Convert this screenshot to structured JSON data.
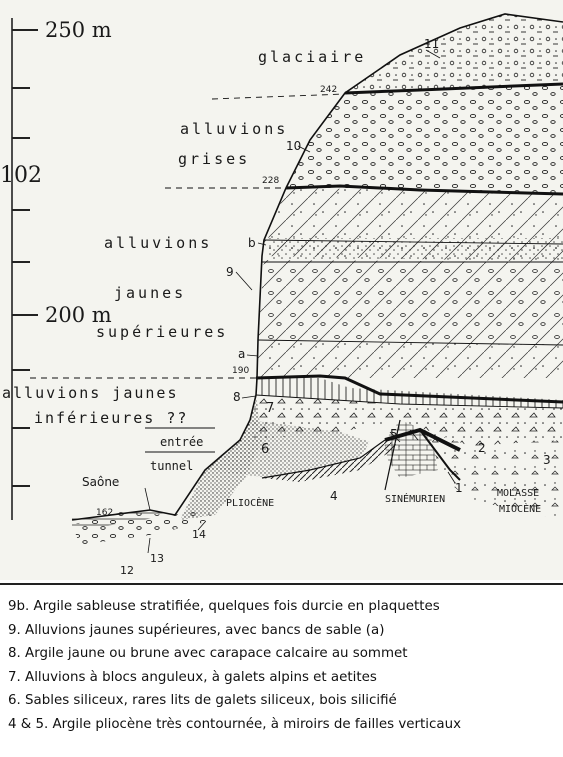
{
  "scale": {
    "top_label": "250 m",
    "mid_label": "200 m",
    "page_number": "102"
  },
  "layers": {
    "glaciaire": "glaciaire",
    "alluvions_grises_1": "alluvions",
    "alluvions_grises_2": "grises",
    "alluvions_jaunes_1": "alluvions",
    "alluvions_jaunes_2": "jaunes",
    "alluvions_jaunes_3": "supérieures",
    "alluvions_inf_1": "alluvions jaunes",
    "alluvions_inf_2": "inférieures ??"
  },
  "elevations": {
    "e242": "242",
    "e228": "228",
    "e190": "190",
    "e162": "162"
  },
  "numbers": {
    "n11": "11",
    "n10": "10",
    "n9": "9",
    "n8": "8",
    "n7": "7",
    "n6": "6",
    "n5": "5",
    "n4": "4",
    "n3": "3",
    "n2": "2",
    "n1": "1",
    "n12": "12",
    "n13": "13",
    "n14": "14",
    "nb": "b",
    "na": "a"
  },
  "places": {
    "entree": "entrée",
    "tunnel": "tunnel",
    "saone": "Saône",
    "pliocene": "PLIOCÈNE",
    "sinemurien": "SINÉMURIEN",
    "molasse": "MOLASSE",
    "miocene": "MIOCÈNE"
  },
  "caption": [
    "9b. Argile sableuse stratifiée, quelques fois durcie en plaquettes",
    "9. Alluvions jaunes supérieures, avec bancs de sable (a)",
    "8. Argile jaune ou brune avec carapace calcaire au sommet",
    "7. Alluvions à blocs anguleux, à galets alpins et aetites",
    "6. Sables siliceux, rares lits de galets siliceux, bois silicifié",
    "4 & 5. Argile pliocène très contournée, à miroirs de failles verticaux"
  ]
}
